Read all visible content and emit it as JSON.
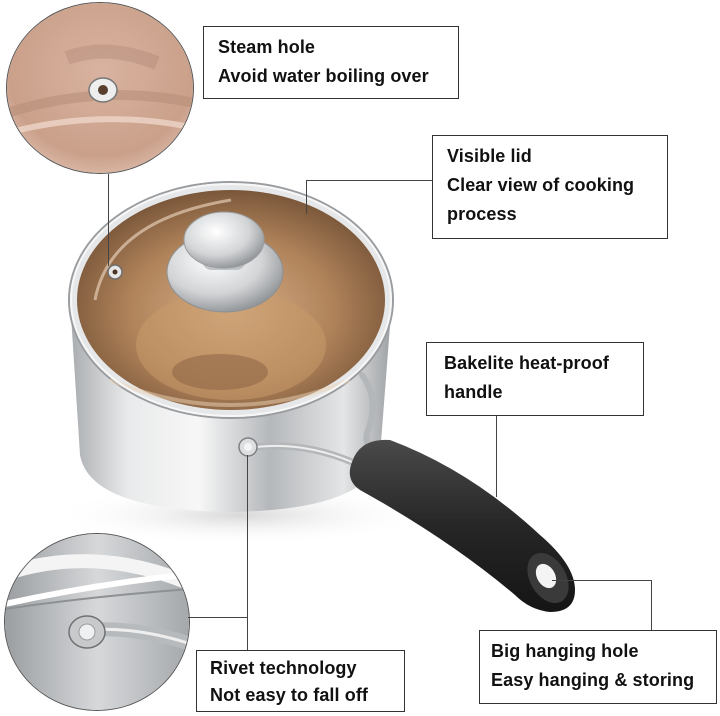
{
  "image": {
    "subject": "stainless steel saucepan with glass lid",
    "colors": {
      "background": "#ffffff",
      "box_border": "#333333",
      "text": "#111111",
      "lid_tint": "#b98a5e",
      "handle": "#262626",
      "steel": "#c9cbcd"
    }
  },
  "callouts": [
    {
      "id": "steam-hole",
      "lines": [
        "Steam hole",
        "Avoid water boiling over"
      ]
    },
    {
      "id": "visible-lid",
      "lines": [
        "Visible lid",
        "Clear view of cooking",
        "process"
      ]
    },
    {
      "id": "bakelite-handle",
      "lines": [
        "Bakelite heat-proof",
        "handle"
      ]
    },
    {
      "id": "rivet",
      "lines": [
        "Rivet technology",
        "Not easy to fall off"
      ]
    },
    {
      "id": "hanging-hole",
      "lines": [
        "Big hanging hole",
        "Easy hanging & storing"
      ]
    }
  ],
  "insets": [
    {
      "id": "steam-hole-closeup",
      "depicts": "lid steam vent close-up"
    },
    {
      "id": "rivet-closeup",
      "depicts": "handle rivet close-up"
    }
  ]
}
